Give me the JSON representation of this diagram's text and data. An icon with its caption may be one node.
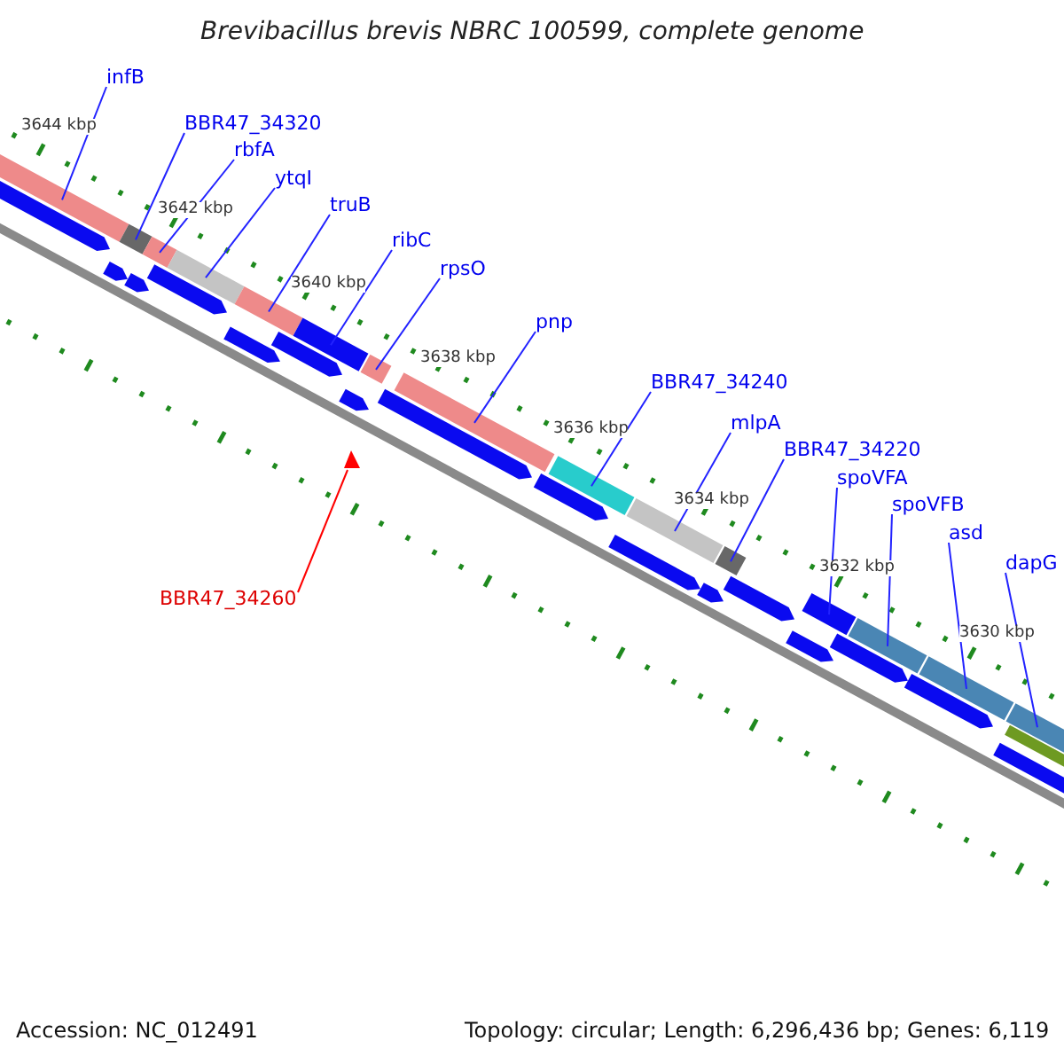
{
  "diagram": {
    "title": "Brevibacillus brevis NBRC 100599, complete genome",
    "nodes": [
      {
        "text": [
          "infB"
        ]
      },
      {
        "text": [
          "BBR47_34320"
        ]
      },
      {
        "text": [
          "rbfA"
        ]
      },
      {
        "text": [
          "ytqI"
        ]
      },
      {
        "text": [
          "truB"
        ]
      },
      {
        "text": [
          "ribC"
        ]
      },
      {
        "text": [
          "rpsO"
        ]
      },
      {
        "text": [
          "pnp"
        ]
      },
      {
        "text": [
          "BBR47_34240"
        ]
      },
      {
        "text": [
          "mlpA"
        ]
      },
      {
        "text": [
          "BBR47_34220"
        ]
      },
      {
        "text": [
          "spoVFA"
        ]
      },
      {
        "text": [
          "spoVFB"
        ]
      },
      {
        "text": [
          "asd"
        ]
      },
      {
        "text": [
          "dapG"
        ]
      },
      {
        "text": [
          "BBR47_34260"
        ]
      },
      {
        "text": [],
        "shape": "bar"
      },
      {
        "text": [],
        "shape": "bar"
      },
      {
        "text": [],
        "shape": "bar"
      },
      {
        "text": [],
        "shape": "bar"
      },
      {
        "text": [],
        "shape": "bar"
      },
      {
        "text": [],
        "shape": "bar"
      },
      {
        "text": [],
        "shape": "bar"
      },
      {
        "text": [],
        "shape": "bar"
      },
      {
        "text": [],
        "shape": "bar"
      },
      {
        "text": [],
        "shape": "bar"
      },
      {
        "text": [],
        "shape": "bar"
      },
      {
        "text": [],
        "shape": "bar"
      },
      {
        "text": [],
        "shape": "bar"
      },
      {
        "text": [],
        "shape": "bar"
      },
      {
        "text": [],
        "shape": "bar"
      },
      {
        "text": [],
        "shape": "triangle"
      }
    ],
    "edges": [
      {
        "from": 0,
        "to": 16,
        "arrow": "none"
      },
      {
        "from": 1,
        "to": 17,
        "arrow": "none"
      },
      {
        "from": 2,
        "to": 18,
        "arrow": "none"
      },
      {
        "from": 3,
        "to": 19,
        "arrow": "none"
      },
      {
        "from": 4,
        "to": 20,
        "arrow": "none"
      },
      {
        "from": 5,
        "to": 21,
        "arrow": "none"
      },
      {
        "from": 6,
        "to": 22,
        "arrow": "none"
      },
      {
        "from": 7,
        "to": 23,
        "arrow": "none"
      },
      {
        "from": 8,
        "to": 24,
        "arrow": "none"
      },
      {
        "from": 9,
        "to": 25,
        "arrow": "none"
      },
      {
        "from": 10,
        "to": 26,
        "arrow": "none"
      },
      {
        "from": 11,
        "to": 27,
        "arrow": "none"
      },
      {
        "from": 12,
        "to": 28,
        "arrow": "none"
      },
      {
        "from": 13,
        "to": 29,
        "arrow": "none"
      },
      {
        "from": 14,
        "to": 30,
        "arrow": "none"
      },
      {
        "from": 15,
        "to": 31,
        "arrow": "none",
        "color": "#ff0000"
      }
    ],
    "labels": [
      "3644 kbp",
      "3642 kbp",
      "3640 kbp",
      "3638 kbp",
      "3636 kbp",
      "3634 kbp",
      "3632 kbp",
      "3630 kbp",
      "Accession: NC_012491",
      "Topology: circular; Length: 6,296,436 bp; Genes: 6,119"
    ]
  }
}
